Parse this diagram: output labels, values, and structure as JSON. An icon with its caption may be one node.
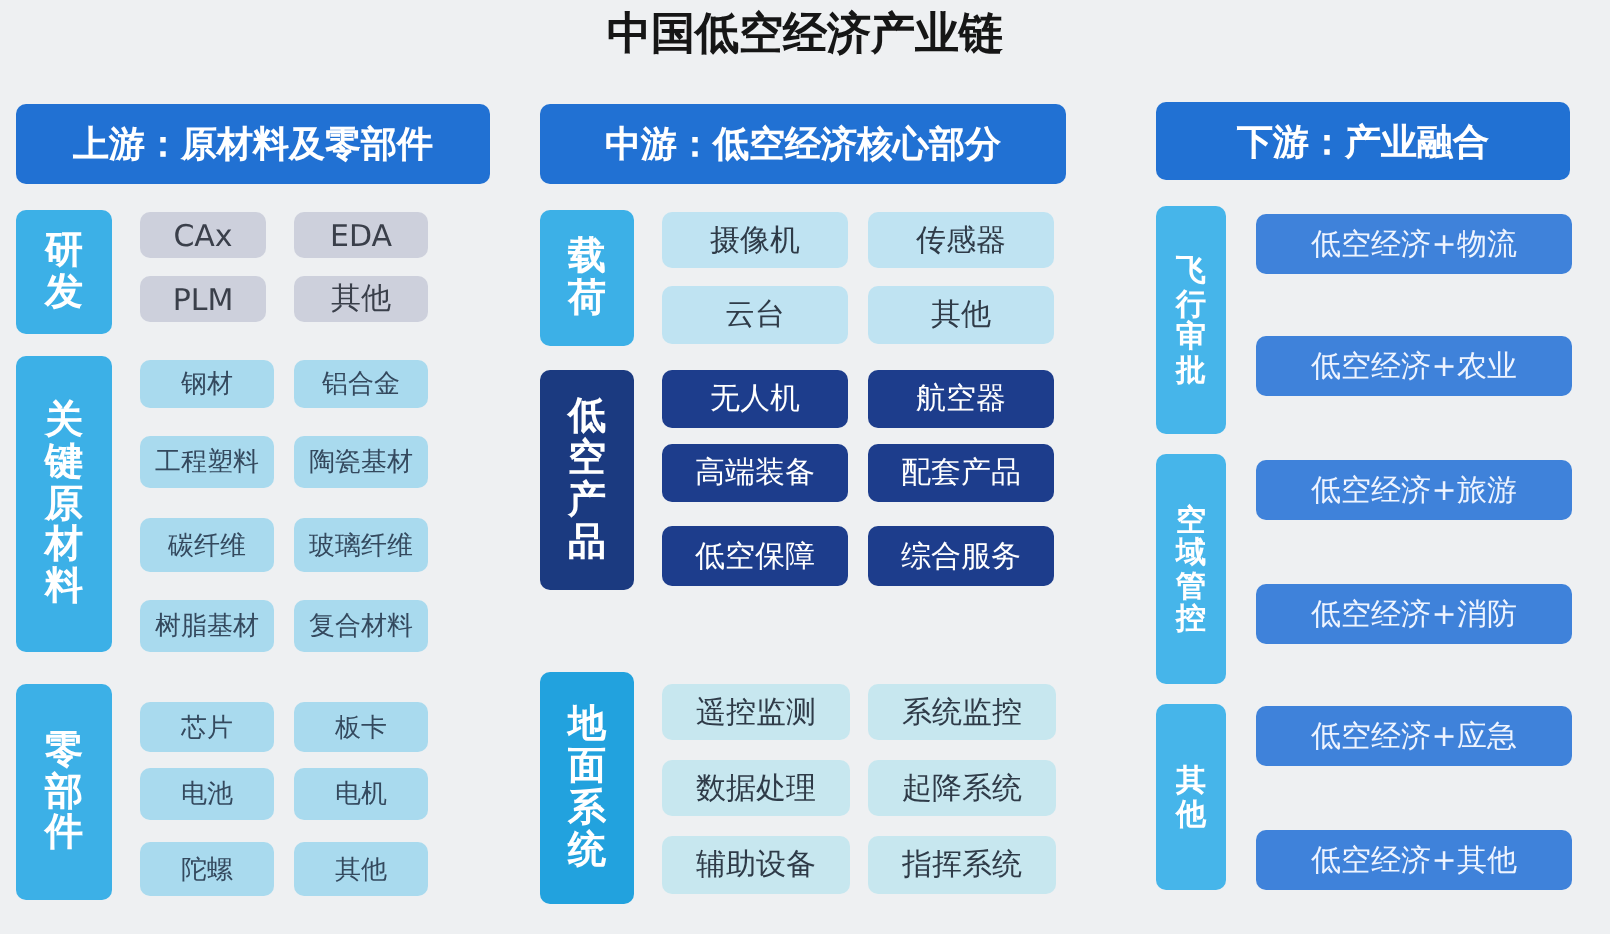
{
  "diagram": {
    "title": "中国低空经济产业链",
    "nodes": [
      {
        "text": [
          "上游：原材料及零部件"
        ]
      },
      {
        "text": [
          "研发"
        ]
      },
      {
        "text": [
          "CAx"
        ]
      },
      {
        "text": [
          "EDA"
        ]
      },
      {
        "text": [
          "PLM"
        ]
      },
      {
        "text": [
          "其他"
        ]
      },
      {
        "text": [
          "关键原材料"
        ]
      },
      {
        "text": [
          "钢材"
        ]
      },
      {
        "text": [
          "铝合金"
        ]
      },
      {
        "text": [
          "工程塑料"
        ]
      },
      {
        "text": [
          "陶瓷基材"
        ]
      },
      {
        "text": [
          "碳纤维"
        ]
      },
      {
        "text": [
          "玻璃纤维"
        ]
      },
      {
        "text": [
          "树脂基材"
        ]
      },
      {
        "text": [
          "复合材料"
        ]
      },
      {
        "text": [
          "零部件"
        ]
      },
      {
        "text": [
          "芯片"
        ]
      },
      {
        "text": [
          "板卡"
        ]
      },
      {
        "text": [
          "电池"
        ]
      },
      {
        "text": [
          "电机"
        ]
      },
      {
        "text": [
          "陀螺"
        ]
      },
      {
        "text": [
          "其他"
        ]
      },
      {
        "text": [
          "中游：低空经济核心部分"
        ]
      },
      {
        "text": [
          "载荷"
        ]
      },
      {
        "text": [
          "摄像机"
        ]
      },
      {
        "text": [
          "传感器"
        ]
      },
      {
        "text": [
          "云台"
        ]
      },
      {
        "text": [
          "其他"
        ]
      },
      {
        "text": [
          "低空产品"
        ]
      },
      {
        "text": [
          "无人机"
        ]
      },
      {
        "text": [
          "航空器"
        ]
      },
      {
        "text": [
          "高端装备"
        ]
      },
      {
        "text": [
          "配套产品"
        ]
      },
      {
        "text": [
          "低空保障"
        ]
      },
      {
        "text": [
          "综合服务"
        ]
      },
      {
        "text": [
          "地面系统"
        ]
      },
      {
        "text": [
          "遥控监测"
        ]
      },
      {
        "text": [
          "系统监控"
        ]
      },
      {
        "text": [
          "数据处理"
        ]
      },
      {
        "text": [
          "起降系统"
        ]
      },
      {
        "text": [
          "辅助设备"
        ]
      },
      {
        "text": [
          "指挥系统"
        ]
      },
      {
        "text": [
          "下游：产业融合"
        ]
      },
      {
        "text": [
          "飞行审批"
        ]
      },
      {
        "text": [
          "低空经济+物流"
        ]
      },
      {
        "text": [
          "低空经济+农业"
        ]
      },
      {
        "text": [
          "空域管控"
        ]
      },
      {
        "text": [
          "低空经济+旅游"
        ]
      },
      {
        "text": [
          "低空经济+消防"
        ]
      },
      {
        "text": [
          "其他"
        ]
      },
      {
        "text": [
          "低空经济+应急"
        ]
      },
      {
        "text": [
          "低空经济+其他"
        ]
      }
    ]
  }
}
